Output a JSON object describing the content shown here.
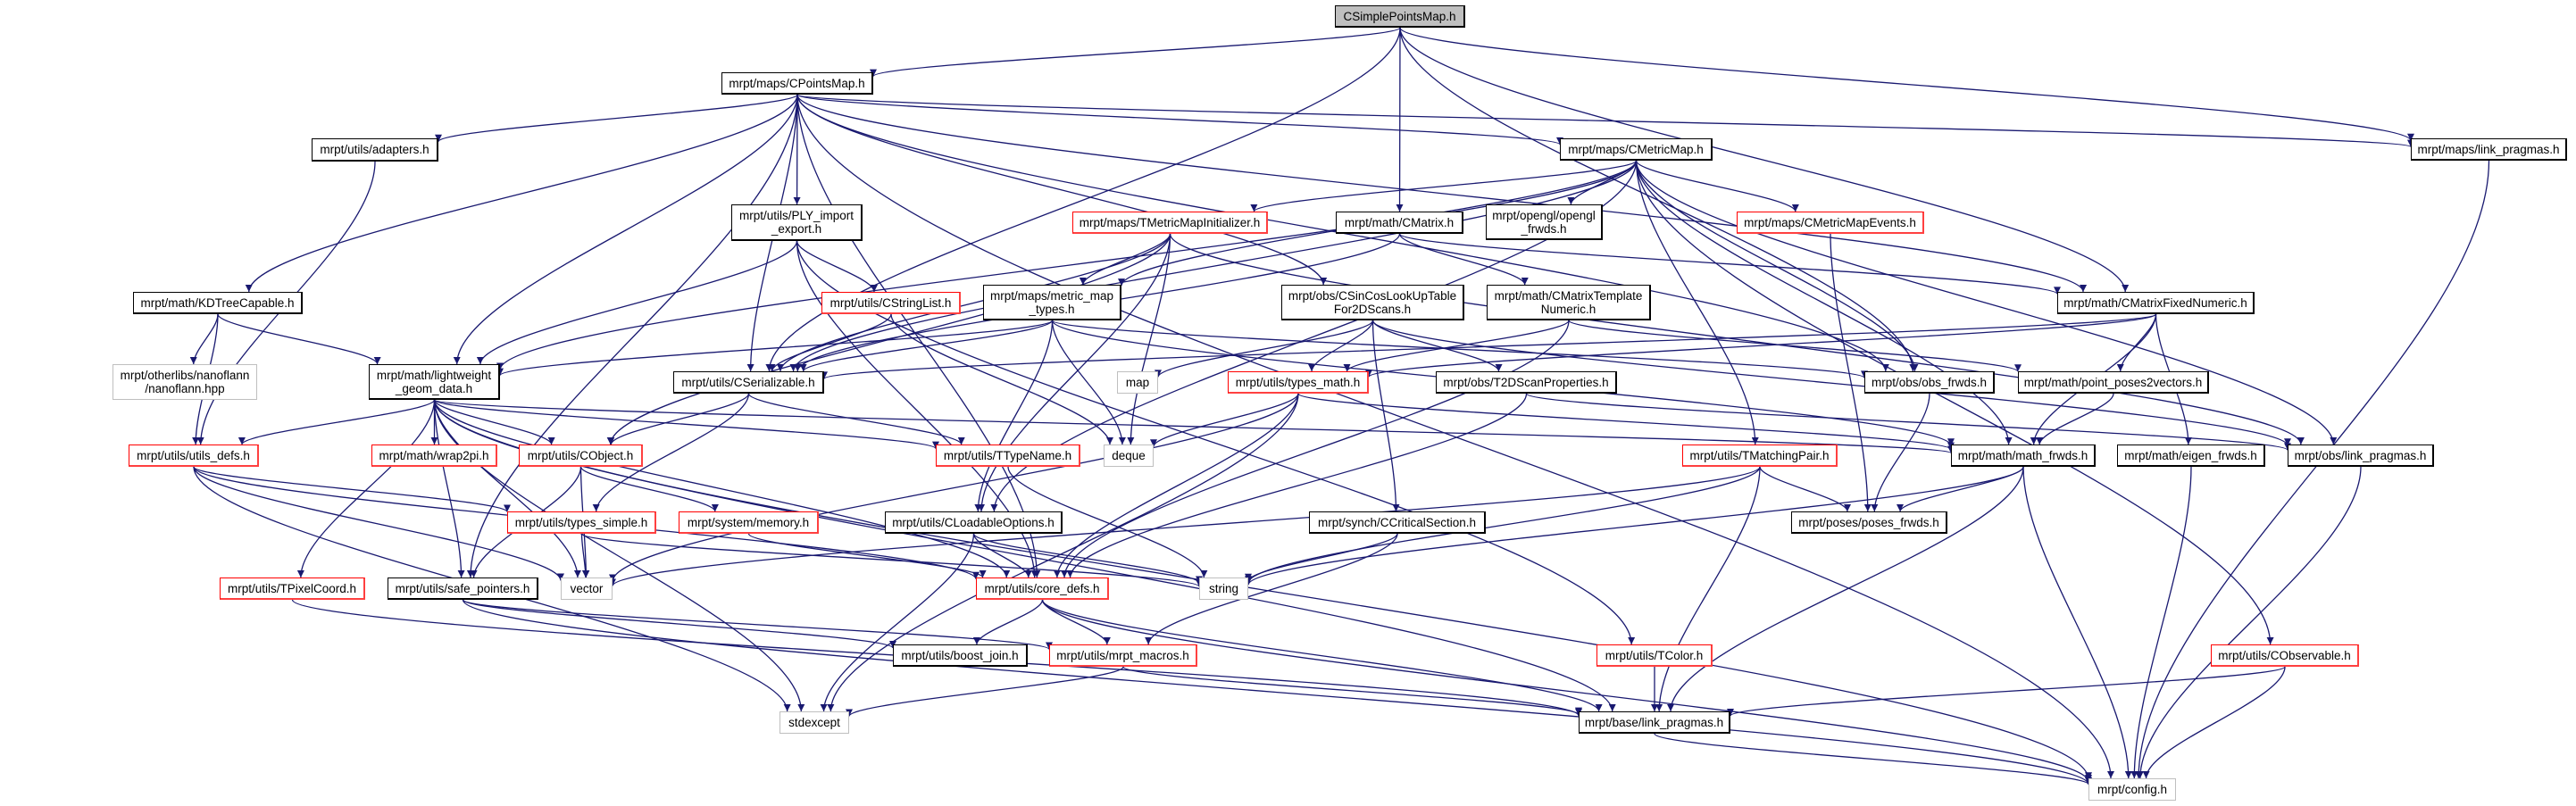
{
  "title": "CSimplePointsMap.h",
  "colors": {
    "edge": "#191970",
    "box_border": "#000000",
    "missing_border": "#ff0000",
    "system_border": "#bfbfbf",
    "root_fill": "#bfbfbf"
  },
  "nodes": {
    "CSimplePointsMap": {
      "label": "CSimplePointsMap.h",
      "kind": "root"
    },
    "CPointsMap": {
      "label": "mrpt/maps/CPointsMap.h",
      "kind": "black"
    },
    "adapters": {
      "label": "mrpt/utils/adapters.h",
      "kind": "black"
    },
    "PLY": {
      "label": "mrpt/utils/PLY_import\n_export.h",
      "kind": "black"
    },
    "KDTree": {
      "label": "mrpt/math/KDTreeCapable.h",
      "kind": "black"
    },
    "nanoflann": {
      "label": "mrpt/otherlibs/nanoflann\n/nanoflann.hpp",
      "kind": "gray"
    },
    "lightweight": {
      "label": "mrpt/math/lightweight\n_geom_data.h",
      "kind": "black"
    },
    "CSerializable": {
      "label": "mrpt/utils/CSerializable.h",
      "kind": "black"
    },
    "CStringList": {
      "label": "mrpt/utils/CStringList.h",
      "kind": "red"
    },
    "utils_defs": {
      "label": "mrpt/utils/utils_defs.h",
      "kind": "red"
    },
    "wrap2pi": {
      "label": "mrpt/math/wrap2pi.h",
      "kind": "red"
    },
    "CObject": {
      "label": "mrpt/utils/CObject.h",
      "kind": "red"
    },
    "types_simple": {
      "label": "mrpt/utils/types_simple.h",
      "kind": "red"
    },
    "memory": {
      "label": "mrpt/system/memory.h",
      "kind": "red"
    },
    "TPixelCoord": {
      "label": "mrpt/utils/TPixelCoord.h",
      "kind": "red"
    },
    "safe_pointers": {
      "label": "mrpt/utils/safe_pointers.h",
      "kind": "black"
    },
    "vector": {
      "label": "vector",
      "kind": "gray"
    },
    "stdexcept": {
      "label": "stdexcept",
      "kind": "gray"
    },
    "CMetricMap": {
      "label": "mrpt/maps/CMetricMap.h",
      "kind": "black"
    },
    "TMetricMapInit": {
      "label": "mrpt/maps/TMetricMapInitializer.h",
      "kind": "red"
    },
    "CMatrix": {
      "label": "mrpt/math/CMatrix.h",
      "kind": "black"
    },
    "opengl_frwds": {
      "label": "mrpt/opengl/opengl\n_frwds.h",
      "kind": "black"
    },
    "metric_map_types": {
      "label": "mrpt/maps/metric_map\n_types.h",
      "kind": "black"
    },
    "CSinCos": {
      "label": "mrpt/obs/CSinCosLookUpTable\nFor2DScans.h",
      "kind": "black"
    },
    "CMatrixTemplate": {
      "label": "mrpt/math/CMatrixTemplate\nNumeric.h",
      "kind": "black"
    },
    "map": {
      "label": "map",
      "kind": "gray"
    },
    "types_math": {
      "label": "mrpt/utils/types_math.h",
      "kind": "red"
    },
    "T2DScan": {
      "label": "mrpt/obs/T2DScanProperties.h",
      "kind": "black"
    },
    "TTypeName": {
      "label": "mrpt/utils/TTypeName.h",
      "kind": "red"
    },
    "deque": {
      "label": "deque",
      "kind": "gray"
    },
    "CLoadableOptions": {
      "label": "mrpt/utils/CLoadableOptions.h",
      "kind": "black"
    },
    "CCriticalSection": {
      "label": "mrpt/synch/CCriticalSection.h",
      "kind": "black"
    },
    "core_defs": {
      "label": "mrpt/utils/core_defs.h",
      "kind": "red"
    },
    "string": {
      "label": "string",
      "kind": "gray"
    },
    "boost_join": {
      "label": "mrpt/utils/boost_join.h",
      "kind": "black"
    },
    "mrpt_macros": {
      "label": "mrpt/utils/mrpt_macros.h",
      "kind": "red"
    },
    "TColor": {
      "label": "mrpt/utils/TColor.h",
      "kind": "red"
    },
    "base_link": {
      "label": "mrpt/base/link_pragmas.h",
      "kind": "black"
    },
    "maps_link": {
      "label": "mrpt/maps/link_pragmas.h",
      "kind": "black"
    },
    "CMetricMapEvents": {
      "label": "mrpt/maps/CMetricMapEvents.h",
      "kind": "red"
    },
    "CMatrixFixed": {
      "label": "mrpt/math/CMatrixFixedNumeric.h",
      "kind": "black"
    },
    "obs_frwds": {
      "label": "mrpt/obs/obs_frwds.h",
      "kind": "black"
    },
    "point_poses": {
      "label": "mrpt/math/point_poses2vectors.h",
      "kind": "black"
    },
    "TMatchingPair": {
      "label": "mrpt/utils/TMatchingPair.h",
      "kind": "red"
    },
    "math_frwds": {
      "label": "mrpt/math/math_frwds.h",
      "kind": "black"
    },
    "eigen_frwds": {
      "label": "mrpt/math/eigen_frwds.h",
      "kind": "black"
    },
    "obs_link": {
      "label": "mrpt/obs/link_pragmas.h",
      "kind": "black"
    },
    "poses_frwds": {
      "label": "mrpt/poses/poses_frwds.h",
      "kind": "black"
    },
    "CObservable": {
      "label": "mrpt/utils/CObservable.h",
      "kind": "red"
    },
    "config": {
      "label": "mrpt/config.h",
      "kind": "gray"
    }
  },
  "edges": [
    [
      "CSimplePointsMap",
      "CPointsMap"
    ],
    [
      "CSimplePointsMap",
      "CSerializable"
    ],
    [
      "CSimplePointsMap",
      "CMatrix"
    ],
    [
      "CSimplePointsMap",
      "maps_link"
    ],
    [
      "CSimplePointsMap",
      "obs_frwds"
    ],
    [
      "CSimplePointsMap",
      "CMatrixFixed"
    ],
    [
      "CPointsMap",
      "CMetricMap"
    ],
    [
      "CPointsMap",
      "adapters"
    ],
    [
      "CPointsMap",
      "PLY"
    ],
    [
      "CPointsMap",
      "KDTree"
    ],
    [
      "CPointsMap",
      "lightweight"
    ],
    [
      "CPointsMap",
      "CSerializable"
    ],
    [
      "CPointsMap",
      "safe_pointers"
    ],
    [
      "CPointsMap",
      "maps_link"
    ],
    [
      "CPointsMap",
      "CSinCos"
    ],
    [
      "CPointsMap",
      "CMatrixFixed"
    ],
    [
      "CPointsMap",
      "obs_frwds"
    ],
    [
      "CPointsMap",
      "core_defs"
    ],
    [
      "CPointsMap",
      "config"
    ],
    [
      "adapters",
      "utils_defs"
    ],
    [
      "PLY",
      "lightweight"
    ],
    [
      "PLY",
      "CStringList"
    ],
    [
      "PLY",
      "TColor"
    ],
    [
      "PLY",
      "core_defs"
    ],
    [
      "KDTree",
      "nanoflann"
    ],
    [
      "KDTree",
      "lightweight"
    ],
    [
      "KDTree",
      "utils_defs"
    ],
    [
      "CMetricMap",
      "TMetricMapInit"
    ],
    [
      "CMetricMap",
      "opengl_frwds"
    ],
    [
      "CMetricMap",
      "CMetricMapEvents"
    ],
    [
      "CMetricMap",
      "metric_map_types"
    ],
    [
      "CMetricMap",
      "CSerializable"
    ],
    [
      "CMetricMap",
      "lightweight"
    ],
    [
      "CMetricMap",
      "TMatchingPair"
    ],
    [
      "CMetricMap",
      "obs_frwds"
    ],
    [
      "CMetricMap",
      "obs_link"
    ],
    [
      "CMetricMap",
      "CObservable"
    ],
    [
      "CMetricMap",
      "CLoadableOptions"
    ],
    [
      "CMetricMap",
      "math_frwds"
    ],
    [
      "TMetricMapInit",
      "metric_map_types"
    ],
    [
      "TMetricMapInit",
      "CSerializable"
    ],
    [
      "TMetricMapInit",
      "CLoadableOptions"
    ],
    [
      "TMetricMapInit",
      "deque"
    ],
    [
      "TMetricMapInit",
      "CObject"
    ],
    [
      "TMetricMapInit",
      "obs_link"
    ],
    [
      "CMatrix",
      "CMatrixTemplate"
    ],
    [
      "CMatrix",
      "CMatrixFixed"
    ],
    [
      "CMatrix",
      "CSerializable"
    ],
    [
      "CSinCos",
      "types_math"
    ],
    [
      "CSinCos",
      "T2DScan"
    ],
    [
      "CSinCos",
      "map"
    ],
    [
      "CSinCos",
      "CCriticalSection"
    ],
    [
      "CSinCos",
      "obs_link"
    ],
    [
      "CMatrixTemplate",
      "types_math"
    ],
    [
      "CMatrixTemplate",
      "core_defs"
    ],
    [
      "CMatrixTemplate",
      "point_poses"
    ],
    [
      "CMatrixFixed",
      "types_math"
    ],
    [
      "CMatrixFixed",
      "CSerializable"
    ],
    [
      "CMatrixFixed",
      "point_poses"
    ],
    [
      "CMatrixFixed",
      "math_frwds"
    ],
    [
      "CMatrixFixed",
      "eigen_frwds"
    ],
    [
      "metric_map_types",
      "lightweight"
    ],
    [
      "metric_map_types",
      "CSerializable"
    ],
    [
      "metric_map_types",
      "CLoadableOptions"
    ],
    [
      "metric_map_types",
      "deque"
    ],
    [
      "metric_map_types",
      "obs_frwds"
    ],
    [
      "metric_map_types",
      "math_frwds"
    ],
    [
      "CStringList",
      "CSerializable"
    ],
    [
      "CStringList",
      "deque"
    ],
    [
      "lightweight",
      "utils_defs"
    ],
    [
      "lightweight",
      "wrap2pi"
    ],
    [
      "lightweight",
      "TPixelCoord"
    ],
    [
      "lightweight",
      "vector"
    ],
    [
      "lightweight",
      "stdexcept"
    ],
    [
      "lightweight",
      "config"
    ],
    [
      "lightweight",
      "TTypeName"
    ],
    [
      "lightweight",
      "math_frwds"
    ],
    [
      "lightweight",
      "core_defs"
    ],
    [
      "lightweight",
      "base_link"
    ],
    [
      "lightweight",
      "CObject"
    ],
    [
      "lightweight",
      "safe_pointers"
    ],
    [
      "CSerializable",
      "CObject"
    ],
    [
      "CSerializable",
      "TTypeName"
    ],
    [
      "CSerializable",
      "types_simple"
    ],
    [
      "CObject",
      "safe_pointers"
    ],
    [
      "CObject",
      "vector"
    ],
    [
      "CObject",
      "memory"
    ],
    [
      "utils_defs",
      "types_simple"
    ],
    [
      "utils_defs",
      "vector"
    ],
    [
      "utils_defs",
      "core_defs"
    ],
    [
      "utils_defs",
      "stdexcept"
    ],
    [
      "types_simple",
      "vector"
    ],
    [
      "types_simple",
      "string"
    ],
    [
      "memory",
      "core_defs"
    ],
    [
      "safe_pointers",
      "mrpt_macros"
    ],
    [
      "safe_pointers",
      "boost_join"
    ],
    [
      "safe_pointers",
      "config"
    ],
    [
      "TPixelCoord",
      "base_link"
    ],
    [
      "TTypeName",
      "string"
    ],
    [
      "types_math",
      "deque"
    ],
    [
      "types_math",
      "vector"
    ],
    [
      "types_math",
      "core_defs"
    ],
    [
      "types_math",
      "stdexcept"
    ],
    [
      "types_math",
      "math_frwds"
    ],
    [
      "T2DScan",
      "core_defs"
    ],
    [
      "T2DScan",
      "obs_link"
    ],
    [
      "CLoadableOptions",
      "core_defs"
    ],
    [
      "CLoadableOptions",
      "string"
    ],
    [
      "CLoadableOptions",
      "stdexcept"
    ],
    [
      "CCriticalSection",
      "string"
    ],
    [
      "CCriticalSection",
      "mrpt_macros"
    ],
    [
      "core_defs",
      "boost_join"
    ],
    [
      "core_defs",
      "mrpt_macros"
    ],
    [
      "core_defs",
      "base_link"
    ],
    [
      "core_defs",
      "config"
    ],
    [
      "mrpt_macros",
      "stdexcept"
    ],
    [
      "mrpt_macros",
      "base_link"
    ],
    [
      "TMatchingPair",
      "poses_frwds"
    ],
    [
      "TMatchingPair",
      "string"
    ],
    [
      "TMatchingPair",
      "base_link"
    ],
    [
      "TMatchingPair",
      "vector"
    ],
    [
      "math_frwds",
      "poses_frwds"
    ],
    [
      "math_frwds",
      "string"
    ],
    [
      "math_frwds",
      "base_link"
    ],
    [
      "math_frwds",
      "config"
    ],
    [
      "obs_frwds",
      "poses_frwds"
    ],
    [
      "eigen_frwds",
      "config"
    ],
    [
      "obs_link",
      "config"
    ],
    [
      "maps_link",
      "config"
    ],
    [
      "CMetricMapEvents",
      "poses_frwds"
    ],
    [
      "TColor",
      "base_link"
    ],
    [
      "CObservable",
      "base_link"
    ],
    [
      "CObservable",
      "config"
    ],
    [
      "base_link",
      "config"
    ],
    [
      "point_poses",
      "math_frwds"
    ]
  ]
}
